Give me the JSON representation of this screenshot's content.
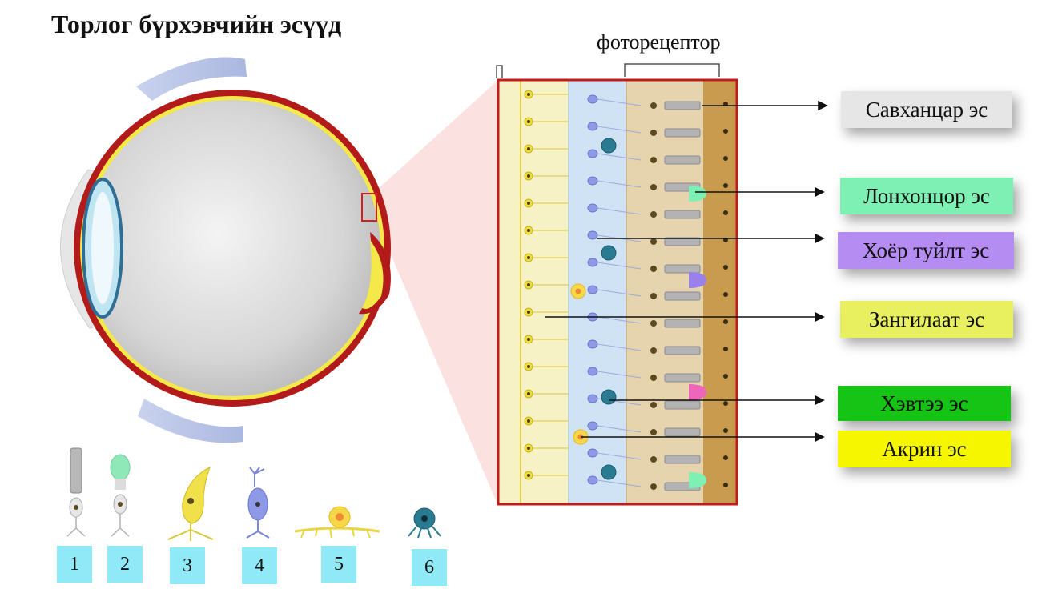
{
  "title": "Торлог бүрхэвчийн эсүүд",
  "photoreceptor_label": "фоторецептор",
  "cell_labels": [
    {
      "text": "Савханцар эс",
      "color": "#e6e6e6"
    },
    {
      "text": "Лонхонцор эс",
      "color": "#7ef0b4"
    },
    {
      "text": "Хоёр туйлт эс",
      "color": "#b48cf2"
    },
    {
      "text": "Зангилаат эс",
      "color": "#e8f060"
    },
    {
      "text": "Хэвтээ  эс",
      "color": "#16c416"
    },
    {
      "text": "Акрин эс",
      "color": "#f6f600"
    }
  ],
  "numbers": [
    "1",
    "2",
    "3",
    "4",
    "5",
    "6"
  ],
  "colors": {
    "sclera_red": "#b31b1b",
    "retina_yellow": "#f5e94a",
    "eye_body": "#d2d2d2",
    "lens_blue": "#bfe4f2",
    "layer_yellow": "#f6f2c6",
    "layer_blue": "#cfe3f5",
    "layer_tan": "#e6d4ae",
    "pigment": "#c89b4e",
    "number_box": "#8fe9f6"
  }
}
